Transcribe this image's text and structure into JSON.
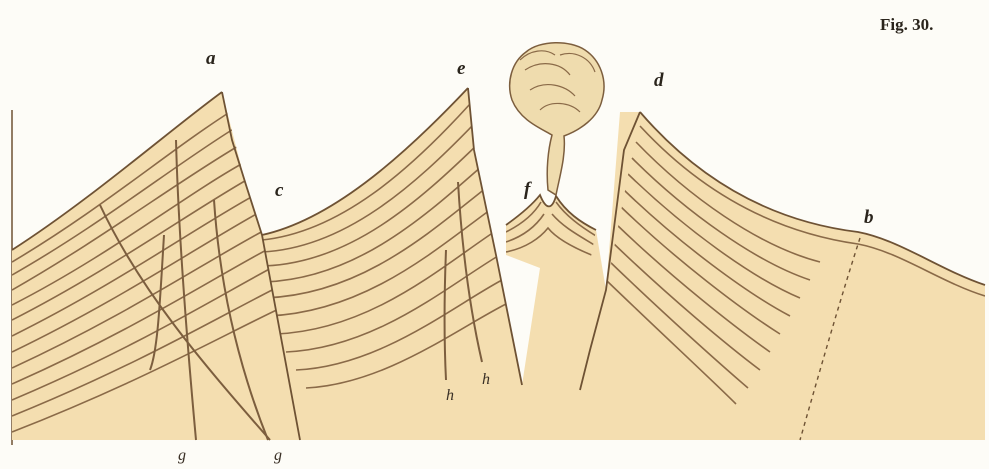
{
  "figure": {
    "title": "Fig. 30.",
    "colors": {
      "rock": "#f4deb0",
      "strata": "#8a6a48",
      "outline": "#6e5234",
      "background": "#fdfcf7",
      "smoke": "#efdcae"
    }
  },
  "labels": {
    "a": "a",
    "b": "b",
    "c": "c",
    "d": "d",
    "e": "e",
    "f": "f",
    "g1": "g",
    "g2": "g",
    "h1": "h",
    "h2": "h"
  }
}
